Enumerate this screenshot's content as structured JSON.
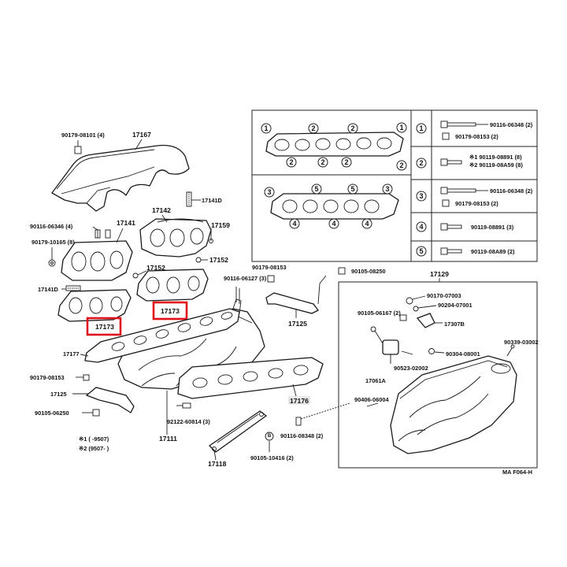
{
  "colors": {
    "highlight": "#e0101a",
    "ink": "#1a1a1a",
    "background": "#ffffff"
  },
  "labels": {
    "l_90179_08101": "90179-08101 (4)",
    "l_17167": "17167",
    "l_17141D_top": "17141D",
    "l_17142": "17142",
    "l_90116_06346": "90116-06346 (4)",
    "l_17141": "17141",
    "l_17159": "17159",
    "l_90179_10165": "90179-10165 (8)",
    "l_17152_a": "17152",
    "l_17152_b": "17152",
    "l_17141D_left": "17141D",
    "l_17173_a": "17173",
    "l_17173_b": "17173",
    "l_90116_06127": "90116-06127 (3)",
    "l_90179_08153_mid": "90179-08153",
    "l_90105_08250_top": "90105-08250",
    "l_17129": "17129",
    "l_17125_mid": "17125",
    "l_17177": "17177",
    "l_90179_08153_left": "90179-08153",
    "l_17125_left": "17125",
    "l_90105_06250": "90105-06250",
    "l_17176": "17176",
    "l_92122_60814": "92122-60814 (3)",
    "l_17111": "17111",
    "l_17118": "17118",
    "l_90116_08348": "90116-08348 (2)",
    "l_90105_10416": "90105-10416 (2)",
    "l_90170_07003": "90170-07003",
    "l_90204_07001": "90204-07001",
    "l_90105_06167": "90105-06167 (2)",
    "l_17307B": "17307B",
    "l_90523_02002": "90523-02002",
    "l_90304_08001": "90304-08001",
    "l_90339_03002": "90339-03002",
    "l_17061A": "17061A",
    "l_90406_06004": "90406-06004",
    "l_footer": "MA F064-H",
    "note1": "※1 (    -9507)",
    "note2": "※2 (9507-    )"
  },
  "gasket_panel": {
    "key_numbers": [
      "1",
      "2",
      "3",
      "4",
      "5"
    ],
    "rows": [
      {
        "num": "1",
        "parts": [
          "90116-06348 (2)",
          "90179-08153 (2)"
        ]
      },
      {
        "num": "2",
        "parts": [
          "※1 90119-08891 (8)",
          "※2 90119-08A59 (8)"
        ]
      },
      {
        "num": "3",
        "parts": [
          "90116-06348 (2)",
          "90179-08153 (2)"
        ]
      },
      {
        "num": "4",
        "parts": [
          "90119-08891 (3)"
        ]
      },
      {
        "num": "5",
        "parts": [
          "90119-08A89 (2)"
        ]
      }
    ]
  }
}
